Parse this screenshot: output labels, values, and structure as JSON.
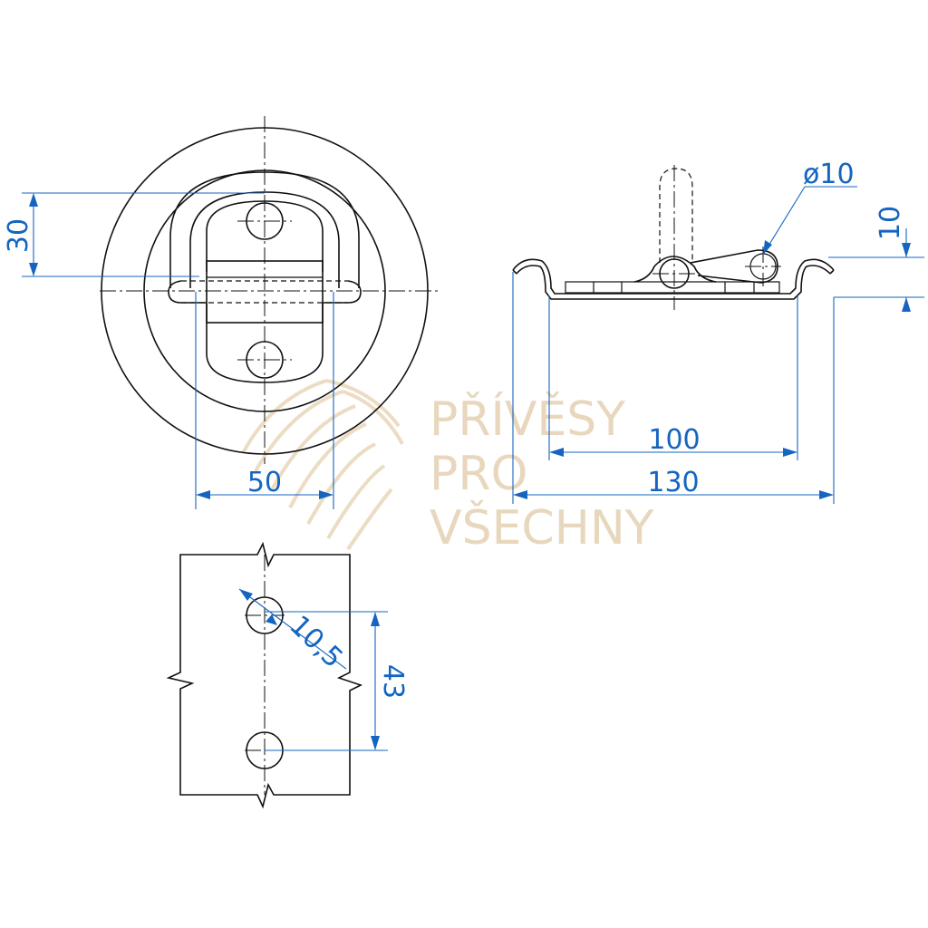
{
  "dimensions": {
    "height_30": "30",
    "width_50": "50",
    "inner_diameter_100": "100",
    "outer_diameter_130": "130",
    "pin_diameter": "ø10",
    "height_10": "10",
    "hole_diameter": "10,5",
    "hole_spacing": "43"
  },
  "watermark": {
    "line1": "PŘÍVĚSY",
    "line2": "PRO",
    "line3": "VŠECHNY"
  },
  "colors": {
    "dimension": "#1565c0",
    "outline": "#111111",
    "watermark": "#e8d7bd"
  }
}
